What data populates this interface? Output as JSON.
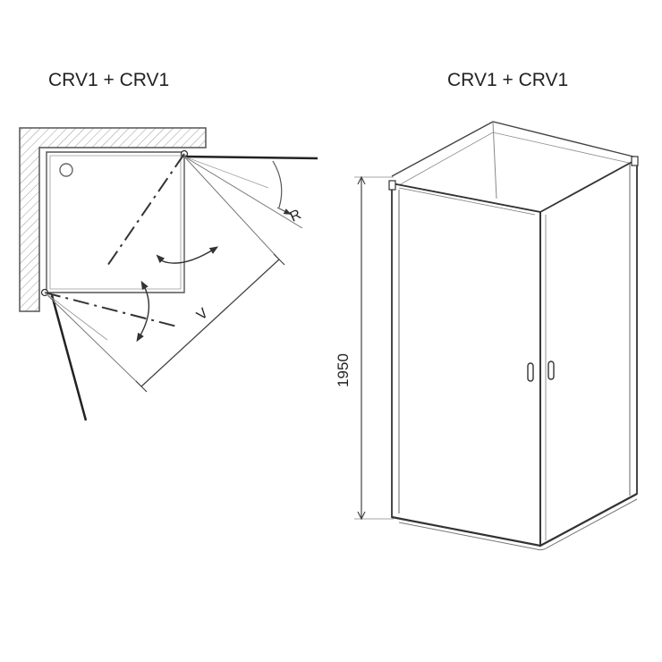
{
  "plan_view": {
    "title": "CRV1 + CRV1",
    "radius_label": "R",
    "width_label": "V"
  },
  "elevation_view": {
    "title": "CRV1 + CRV1",
    "height_label": "1950"
  },
  "colors": {
    "line": "#333333",
    "light_line": "#555555",
    "hatch": "#888888"
  }
}
